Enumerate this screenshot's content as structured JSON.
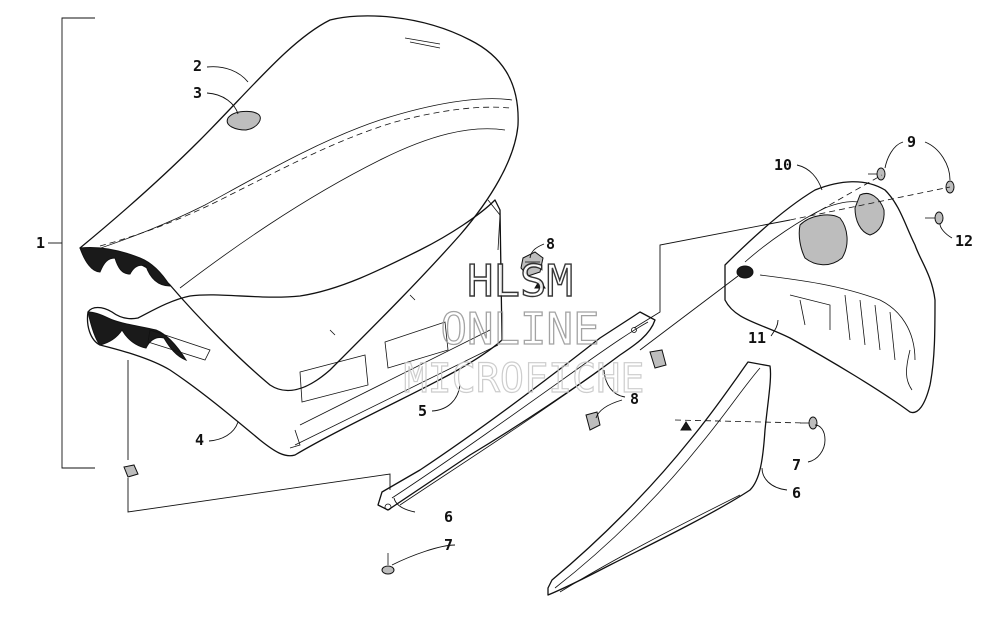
{
  "diagram": {
    "callouts": [
      {
        "id": "c1",
        "text": "1"
      },
      {
        "id": "c2",
        "text": "2"
      },
      {
        "id": "c3",
        "text": "3"
      },
      {
        "id": "c4",
        "text": "4"
      },
      {
        "id": "c5",
        "text": "5"
      },
      {
        "id": "c6a",
        "text": "6"
      },
      {
        "id": "c6b",
        "text": "6"
      },
      {
        "id": "c7a",
        "text": "7"
      },
      {
        "id": "c7b",
        "text": "7"
      },
      {
        "id": "c8a",
        "text": "8"
      },
      {
        "id": "c8b",
        "text": "8"
      },
      {
        "id": "c9",
        "text": "9"
      },
      {
        "id": "c10",
        "text": "10"
      },
      {
        "id": "c11",
        "text": "11"
      },
      {
        "id": "c12",
        "text": "12"
      }
    ]
  },
  "watermark": {
    "line1": "HLSM",
    "line2": "ONLINE",
    "line3": "MICROFICHE"
  }
}
